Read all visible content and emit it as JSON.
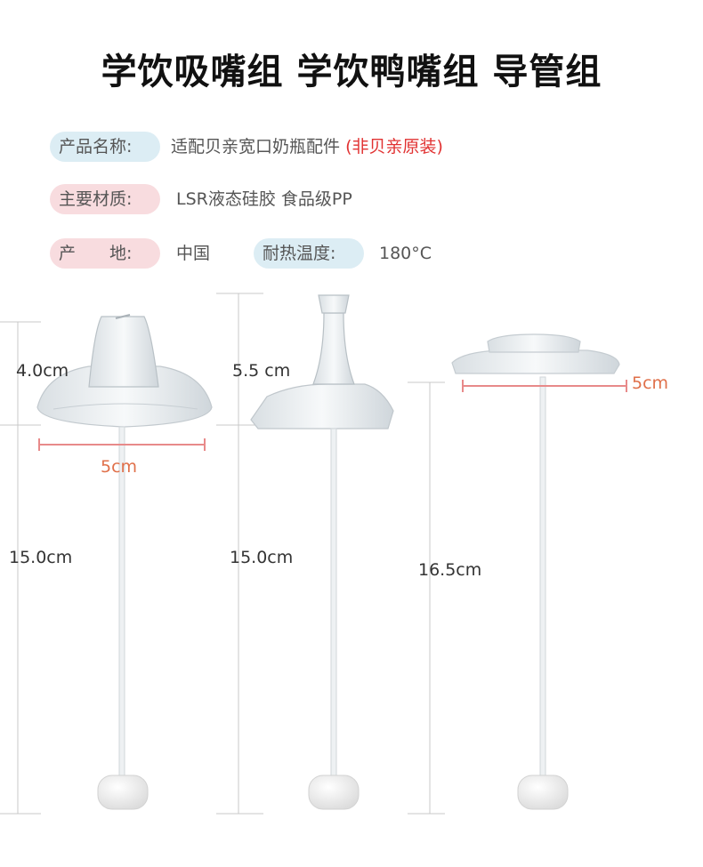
{
  "title": "学饮吸嘴组 学饮鸭嘴组 导管组",
  "specs": {
    "product_name_label": "产品名称:",
    "product_name_value": "适配贝亲宽口奶瓶配件",
    "product_name_note": "(非贝亲原装)",
    "material_label": "主要材质:",
    "material_value": "LSR液态硅胶 食品级PP",
    "origin_label": "产　　地:",
    "origin_value": "中国",
    "temp_label": "耐热温度:",
    "temp_value": "180°C"
  },
  "dimensions": {
    "p1_top_height": "4.0cm",
    "p1_width": "5cm",
    "p1_straw_length": "15.0cm",
    "p2_top_height": "5.5 cm",
    "p2_straw_length": "15.0cm",
    "p3_width": "5cm",
    "p3_straw_length": "16.5cm"
  },
  "colors": {
    "pill_blue": "#dcedf4",
    "pill_pink": "#f8dcdf",
    "note_red": "#e13232",
    "dimension_red": "#e0704a",
    "measure_bar": "#e88a8a"
  }
}
